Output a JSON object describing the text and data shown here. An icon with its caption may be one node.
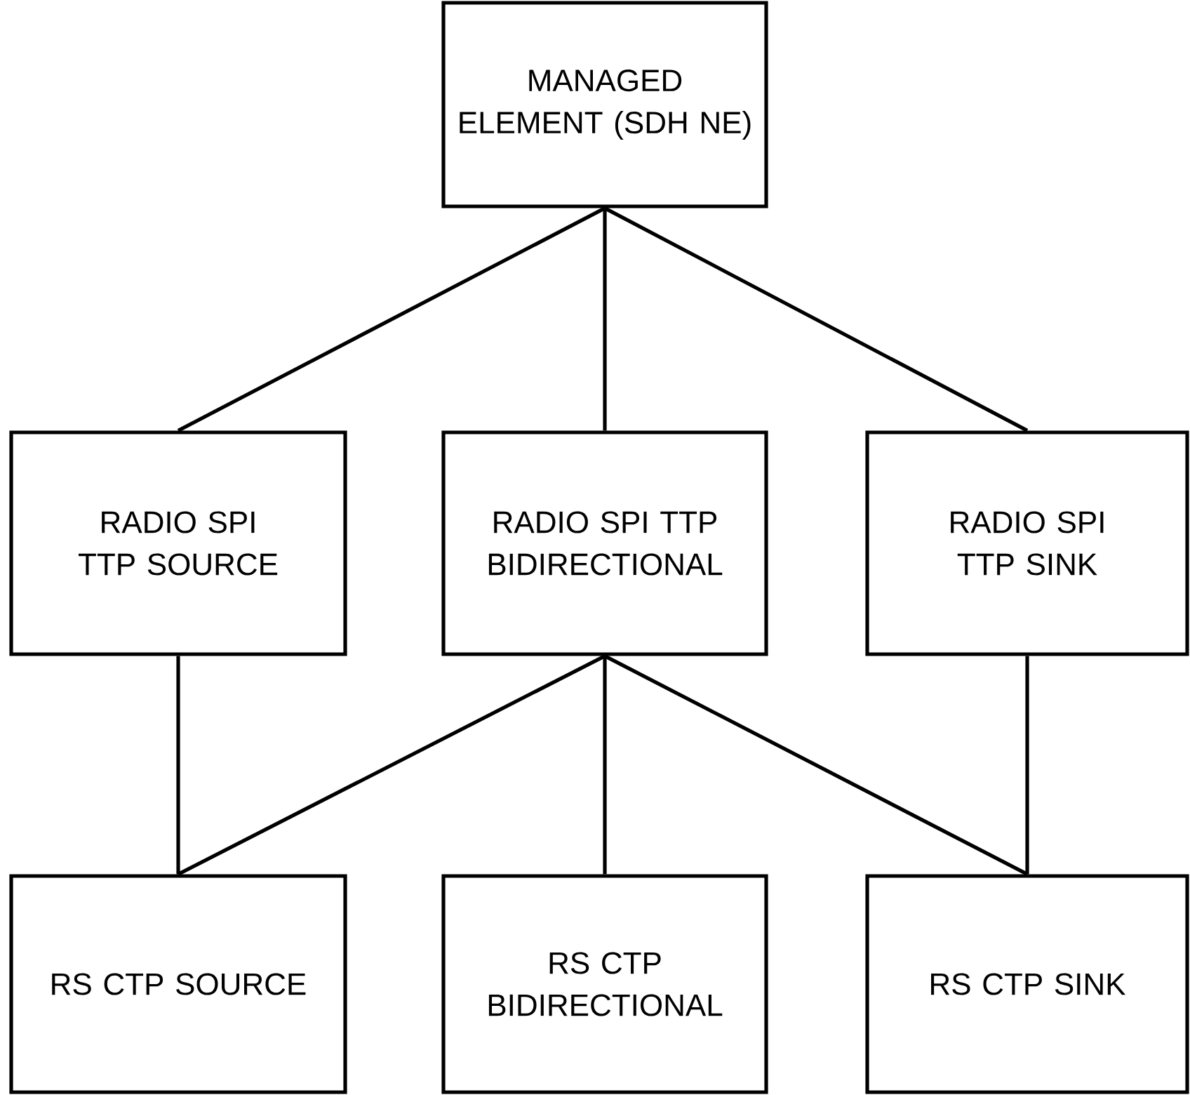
{
  "diagram": {
    "nodes": [
      {
        "text": [
          "MANAGED ELEMENT (SDH NE)"
        ]
      },
      {
        "text": [
          "RADIO SPI TTP SOURCE"
        ]
      },
      {
        "text": [
          "RADIO SPI TTP BIDIRECTIONAL"
        ]
      },
      {
        "text": [
          "RADIO SPI TTP SINK"
        ]
      },
      {
        "text": [
          "RS CTP SOURCE"
        ]
      },
      {
        "text": [
          "RS CTP BIDIRECTIONAL"
        ]
      },
      {
        "text": [
          "RS CTP SINK"
        ]
      }
    ],
    "edges": [
      {
        "from": 0,
        "to": 1,
        "arrow": "none"
      },
      {
        "from": 0,
        "to": 2,
        "arrow": "none"
      },
      {
        "from": 0,
        "to": 3,
        "arrow": "none"
      },
      {
        "from": 1,
        "to": 4,
        "arrow": "none"
      },
      {
        "from": 2,
        "to": 4,
        "arrow": "none"
      },
      {
        "from": 2,
        "to": 5,
        "arrow": "none"
      },
      {
        "from": 2,
        "to": 6,
        "arrow": "none"
      },
      {
        "from": 3,
        "to": 6,
        "arrow": "none"
      }
    ]
  }
}
